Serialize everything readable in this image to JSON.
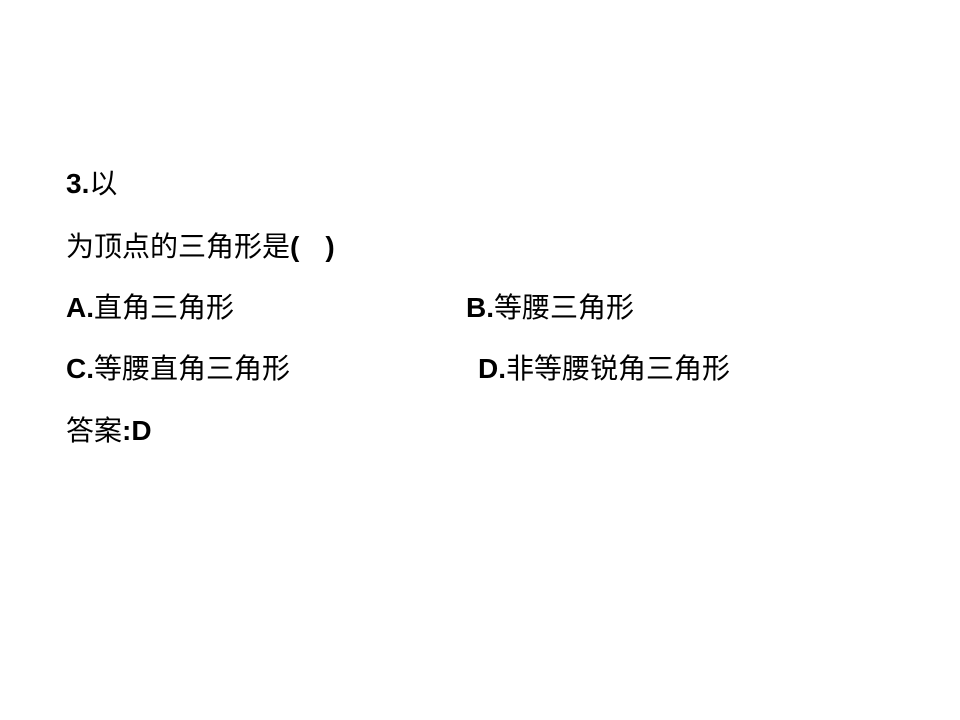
{
  "question": {
    "number": "3.",
    "line1_text": "以",
    "line2_text": "为顶点的三角形是",
    "paren_open": "(",
    "paren_close": ")"
  },
  "options": {
    "a": {
      "letter": "A.",
      "text": "直角三角形"
    },
    "b": {
      "letter": "B.",
      "text": "等腰三角形"
    },
    "c": {
      "letter": "C.",
      "text": "等腰直角三角形"
    },
    "d": {
      "letter": "D.",
      "text": "非等腰锐角三角形"
    }
  },
  "answer": {
    "label": "答案",
    "colon": ":",
    "value": "D"
  }
}
